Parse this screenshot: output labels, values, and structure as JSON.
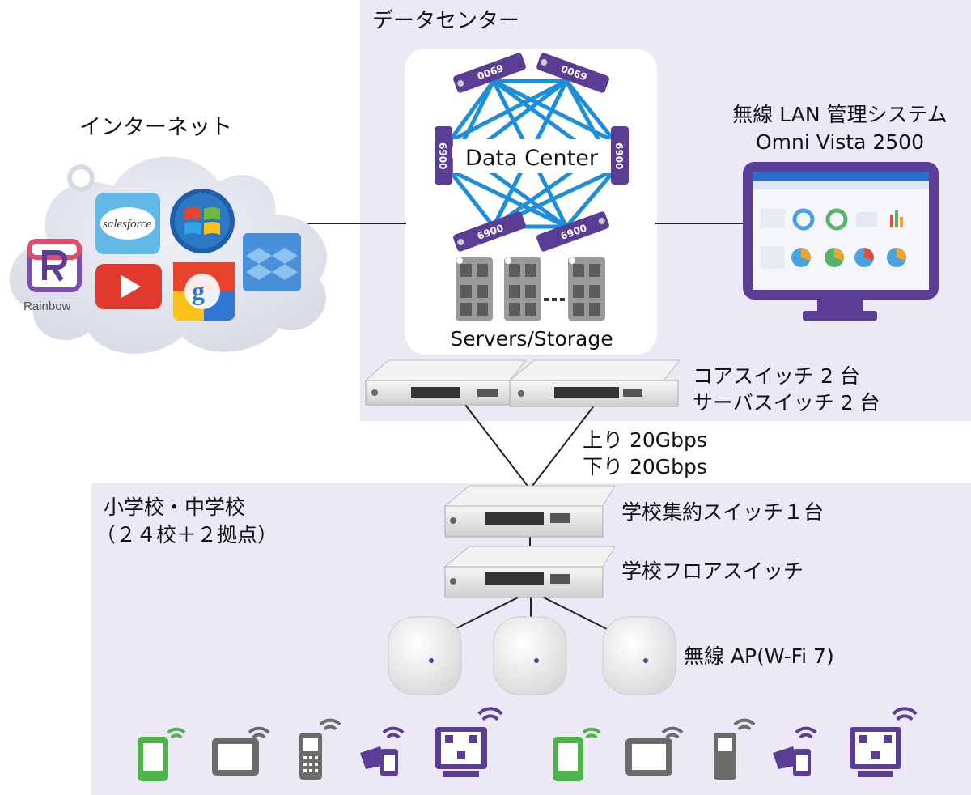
{
  "labels": {
    "datacenter": "データセンター",
    "internet": "インターネット",
    "mgmt_line1": "無線 LAN 管理システム",
    "mgmt_line2": "Omni Vista 2500",
    "core_line1": "コアスイッチ 2 台",
    "core_line2": "サーバスイッチ 2 台",
    "uplink_line1": "上り 20Gbps",
    "uplink_line2": "下り 20Gbps",
    "schools_line1": "小学校・中学校",
    "schools_line2": "（２４校＋２拠点）",
    "agg_switch": "学校集約スイッチ１台",
    "floor_switch": "学校フロアスイッチ",
    "wireless_ap": "無線 AP(W-Fi 7)"
  },
  "datacenter_panel": {
    "title": "Data Center",
    "storage_label": "Servers/Storage",
    "switch_tag": "6900"
  },
  "internet_apps": {
    "rainbow": "Rainbow",
    "salesforce": "salesforce"
  },
  "colors": {
    "zone_bg": "#ece8f5",
    "mesh_blue": "#1d8fd8",
    "purple": "#5b3d96",
    "device_green": "#4db34a",
    "device_gray": "#6b6b6b"
  }
}
